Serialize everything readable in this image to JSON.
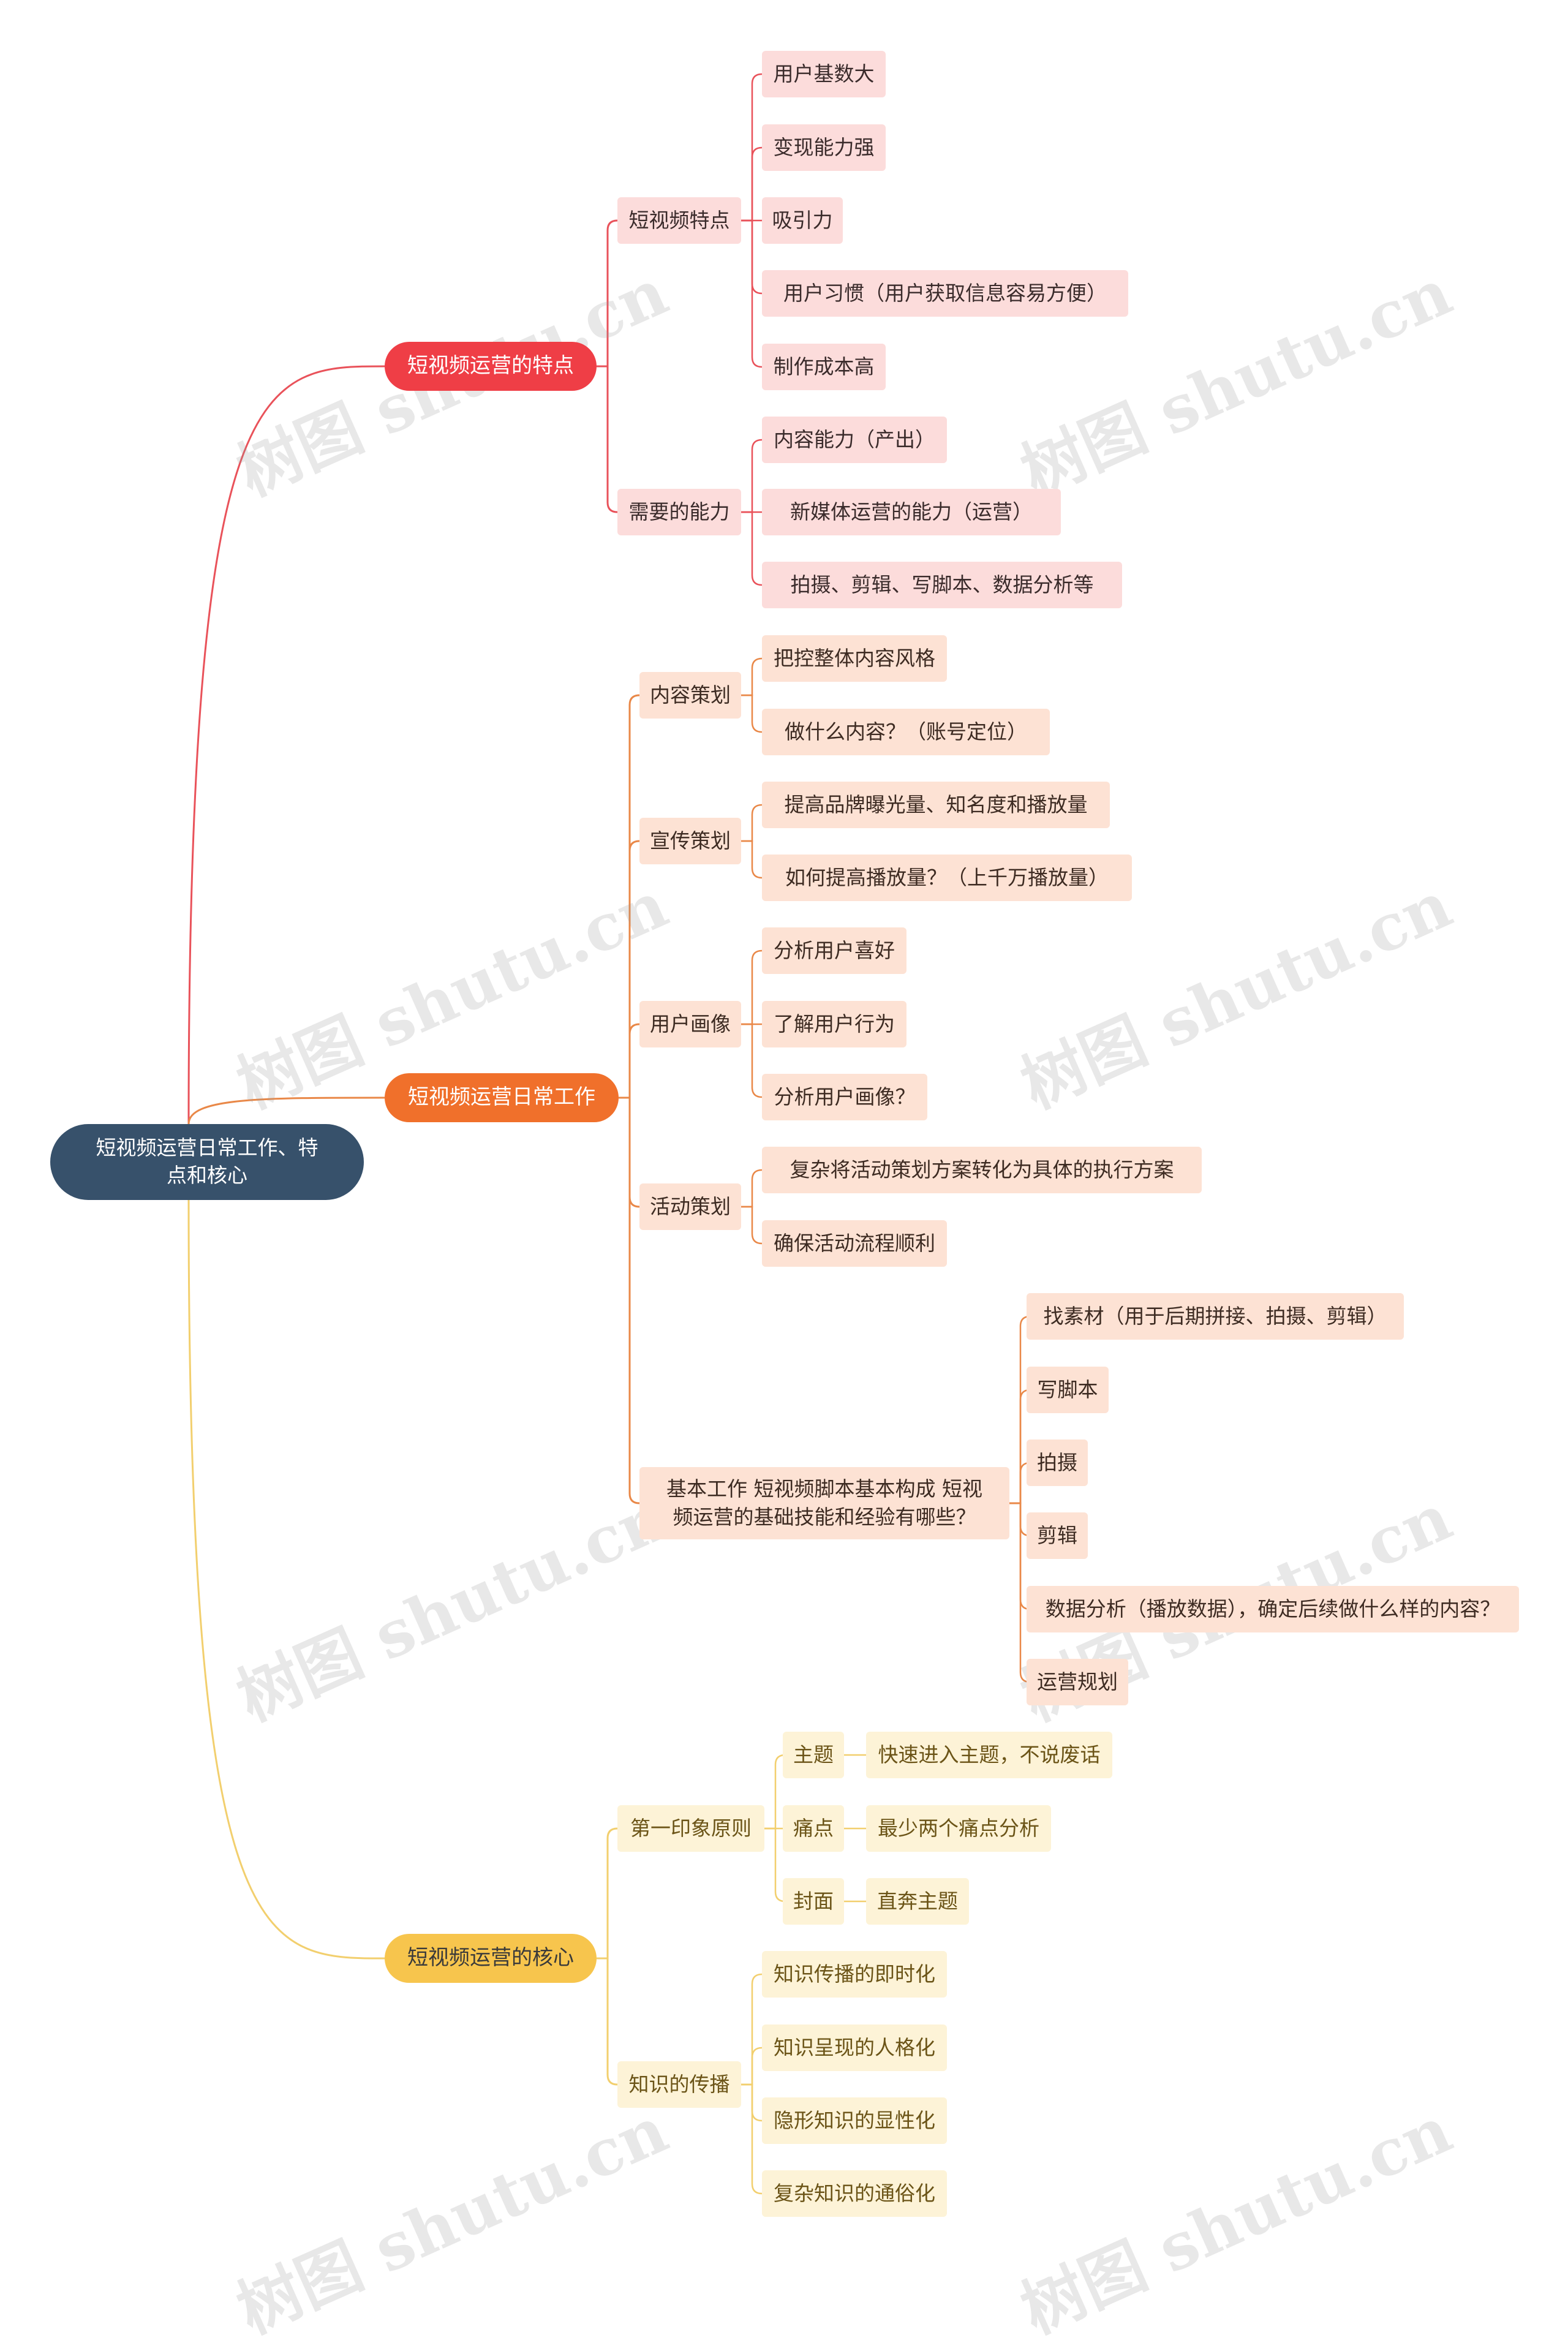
{
  "watermark": "树图 shutu.cn",
  "colors": {
    "root": "#37516b",
    "red": "#ef3e46",
    "orange": "#f0702b",
    "yellow": "#f7c54d",
    "red_light": "#fcdcdb",
    "orange_light": "#fde2d4",
    "yellow_light": "#fdf3d7"
  },
  "root": "短视频运营日常工作、特点和核心",
  "branches": [
    {
      "label": "短视频运营的特点",
      "color": "red",
      "children": [
        {
          "label": "短视频特点",
          "children": [
            {
              "label": "用户基数大"
            },
            {
              "label": "变现能力强"
            },
            {
              "label": "吸引力"
            },
            {
              "label": "用户习惯（用户获取信息容易方便）"
            },
            {
              "label": "制作成本高"
            }
          ]
        },
        {
          "label": "需要的能力",
          "children": [
            {
              "label": "内容能力（产出）"
            },
            {
              "label": "新媒体运营的能力（运营）"
            },
            {
              "label": "拍摄、剪辑、写脚本、数据分析等"
            }
          ]
        }
      ]
    },
    {
      "label": "短视频运营日常工作",
      "color": "orange",
      "children": [
        {
          "label": "内容策划",
          "children": [
            {
              "label": "把控整体内容风格"
            },
            {
              "label": "做什么内容？（账号定位）"
            }
          ]
        },
        {
          "label": "宣传策划",
          "children": [
            {
              "label": "提高品牌曝光量、知名度和播放量"
            },
            {
              "label": "如何提高播放量？（上千万播放量）"
            }
          ]
        },
        {
          "label": "用户画像",
          "children": [
            {
              "label": "分析用户喜好"
            },
            {
              "label": "了解用户行为"
            },
            {
              "label": "分析用户画像？"
            }
          ]
        },
        {
          "label": "活动策划",
          "children": [
            {
              "label": "复杂将活动策划方案转化为具体的执行方案"
            },
            {
              "label": "确保活动流程顺利"
            }
          ]
        },
        {
          "label": "基本工作  短视频脚本基本构成 短视频运营的基础技能和经验有哪些？",
          "children": [
            {
              "label": "找素材（用于后期拼接、拍摄、剪辑）"
            },
            {
              "label": "写脚本"
            },
            {
              "label": "拍摄"
            },
            {
              "label": "剪辑"
            },
            {
              "label": "数据分析（播放数据），确定后续做什么样的内容？"
            },
            {
              "label": "运营规划"
            }
          ]
        }
      ]
    },
    {
      "label": "短视频运营的核心",
      "color": "yellow",
      "children": [
        {
          "label": "第一印象原则",
          "children": [
            {
              "label": "主题",
              "children": [
                {
                  "label": "快速进入主题，不说废话"
                }
              ]
            },
            {
              "label": "痛点",
              "children": [
                {
                  "label": "最少两个痛点分析"
                }
              ]
            },
            {
              "label": "封面",
              "children": [
                {
                  "label": "直奔主题"
                }
              ]
            }
          ]
        },
        {
          "label": "知识的传播",
          "children": [
            {
              "label": "知识传播的即时化"
            },
            {
              "label": "知识呈现的人格化"
            },
            {
              "label": "隐形知识的显性化"
            },
            {
              "label": "复杂知识的通俗化"
            }
          ]
        }
      ]
    }
  ]
}
